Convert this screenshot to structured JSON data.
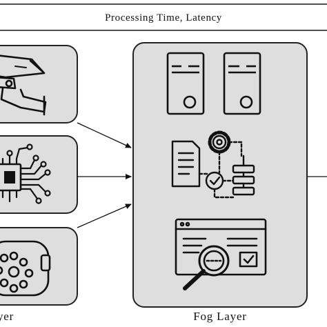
{
  "header": {
    "title": "Processing Time, Latency"
  },
  "fog_layer": {
    "label": "Fog Layer"
  },
  "left_layer": {
    "label_fragment": "yer"
  },
  "icons": {
    "device_1": "security-camera-icon",
    "device_2": "microchip-icon",
    "device_3": "sensor-icon",
    "fog_1": "server-tower-icon",
    "fog_2": "server-tower-icon",
    "fog_3": "gear-workflow-icon",
    "fog_4": "browser-search-icon"
  }
}
